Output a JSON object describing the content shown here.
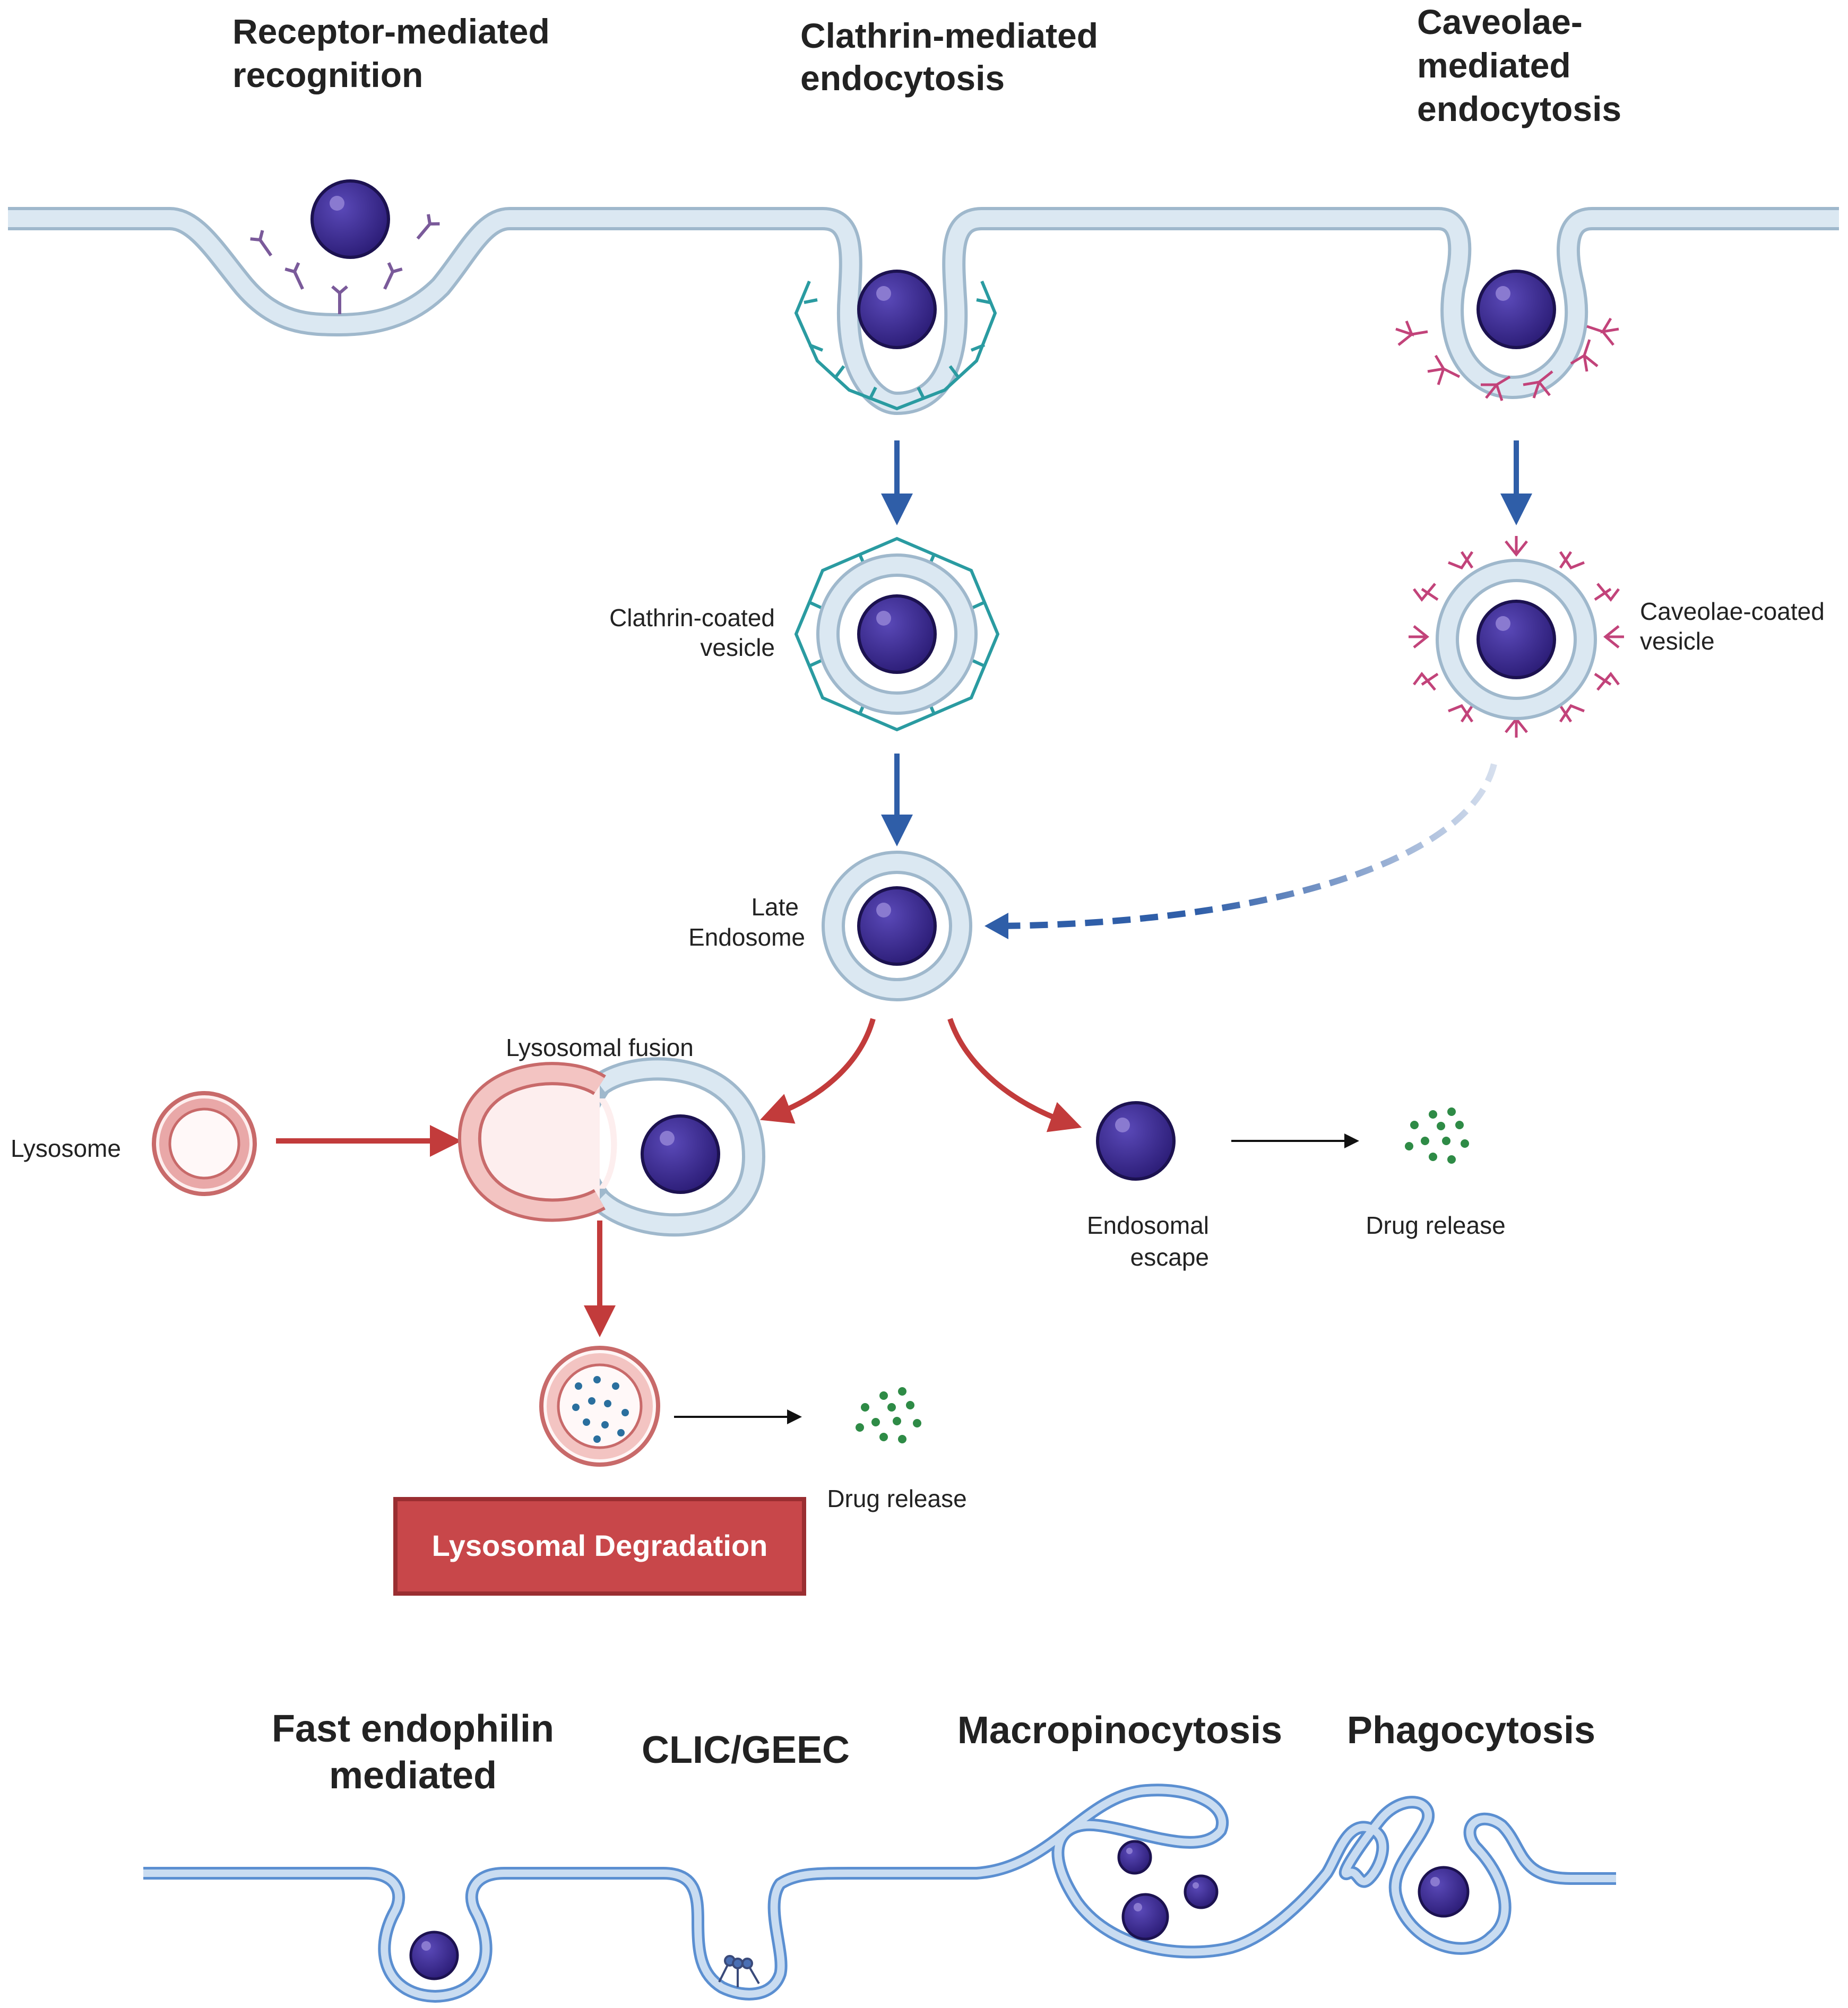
{
  "headers": {
    "receptor": [
      "Receptor-mediated",
      "recognition"
    ],
    "clathrin": [
      "Clathrin-mediated",
      "endocytosis"
    ],
    "caveolae": [
      "Caveolae-",
      "mediated",
      "endocytosis"
    ]
  },
  "labels": {
    "clathrin_vesicle": [
      "Clathrin-coated",
      "vesicle"
    ],
    "caveolae_vesicle": [
      "Caveolae-coated",
      "vesicle"
    ],
    "late_endosome": [
      "Late",
      "Endosome"
    ],
    "lysosomal_fusion": "Lysosomal fusion",
    "lysosome": "Lysosome",
    "endosomal_escape": [
      "Endosomal",
      "escape"
    ],
    "drug_release_right": "Drug release",
    "drug_release_left": "Drug release",
    "lysosomal_degradation": "Lysosomal Degradation"
  },
  "bottom_headers": {
    "fast_endophilin": [
      "Fast endophilin",
      "mediated"
    ],
    "clic_geec": "CLIC/GEEC",
    "macropinocytosis": "Macropinocytosis",
    "phagocytosis": "Phagocytosis"
  },
  "colors": {
    "membrane_fill": "#dbe8f2",
    "membrane_stroke": "#9fb8cc",
    "particle": "#3a2a8f",
    "clathrin_coat": "#2a9ba1",
    "caveolin": "#c2437a",
    "blue_arrow": "#2f5ea8",
    "red_arrow": "#c23b3b",
    "lysosome_fill": "#f3c4c2",
    "lysosome_stroke": "#c86a6a",
    "degradation_box": "#c8474a",
    "drug_dots": "#2e8b46",
    "lyso_dots": "#2a6f9e"
  }
}
